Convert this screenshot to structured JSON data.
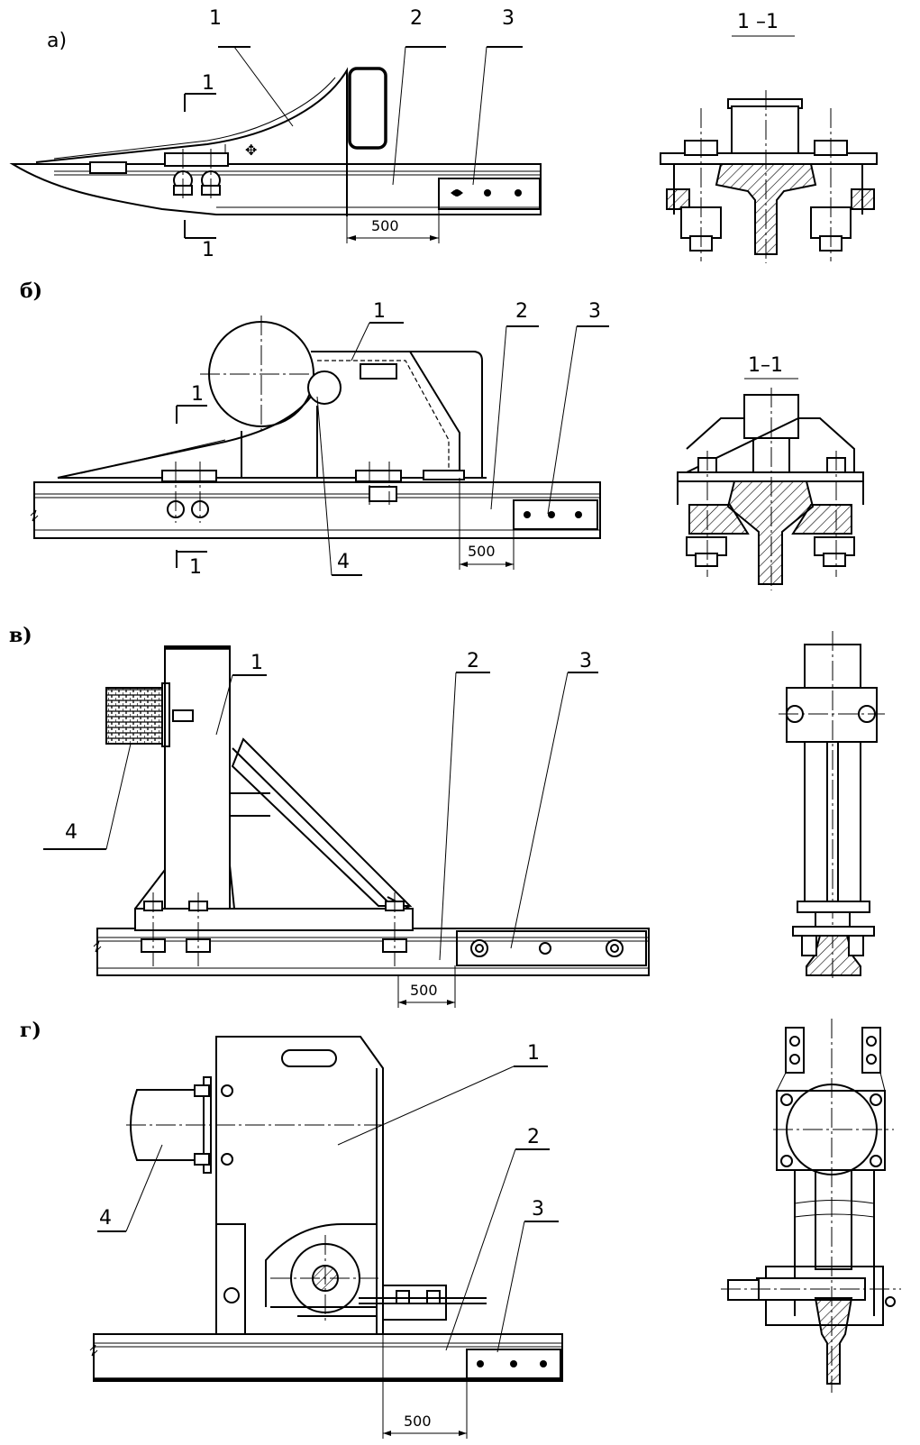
{
  "views": {
    "a": {
      "letter": "а)",
      "callouts": [
        "1",
        "2",
        "3"
      ],
      "section_marks": [
        "1",
        "1"
      ],
      "section_title": "1 –1",
      "dimension": "500"
    },
    "b": {
      "letter": "б)",
      "callouts": [
        "1",
        "2",
        "3",
        "4"
      ],
      "section_marks": [
        "1",
        "1"
      ],
      "section_title": "1–1",
      "dimension": "500"
    },
    "v": {
      "letter": "в)",
      "callouts": [
        "1",
        "2",
        "3",
        "4"
      ],
      "dimension": "500"
    },
    "g": {
      "letter": "г)",
      "callouts": [
        "1",
        "2",
        "3",
        "4"
      ],
      "dimension": "500"
    }
  }
}
